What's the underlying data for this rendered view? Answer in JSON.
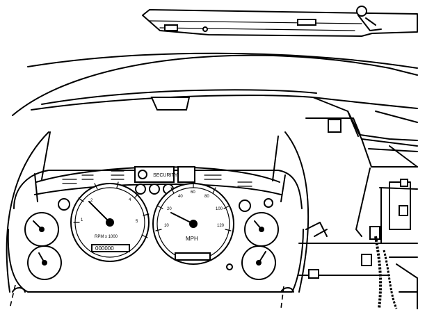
{
  "diagram": {
    "speedometer": {
      "unit_label": "MPH"
    },
    "tachometer": {
      "unit_label": "RPM x 1000"
    },
    "odometer": {
      "digits": "000000"
    },
    "indicators": {
      "security_label": "SECURITY"
    }
  }
}
